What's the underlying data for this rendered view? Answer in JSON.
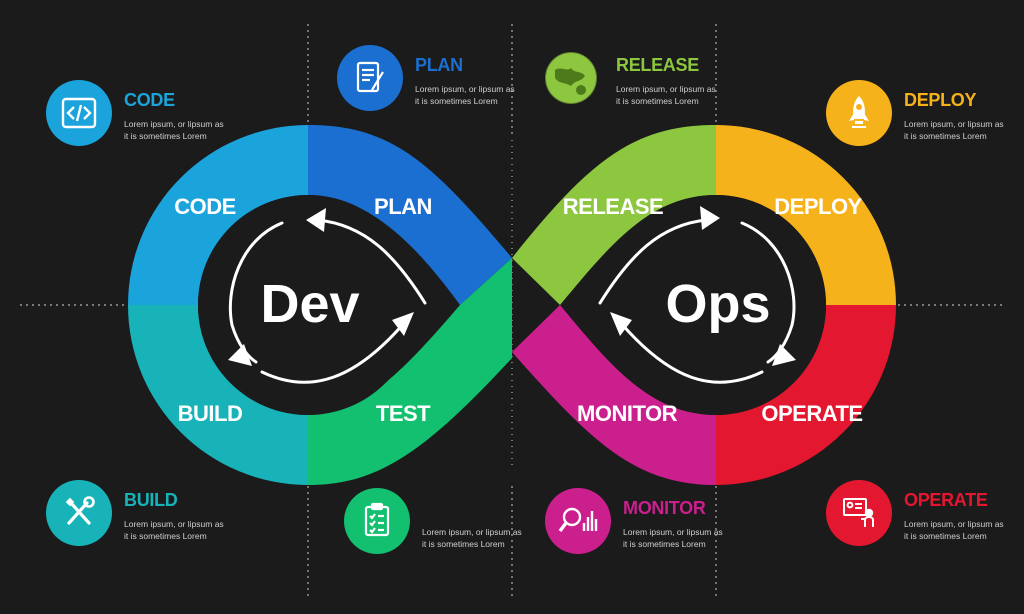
{
  "center": {
    "left_word": "Dev",
    "right_word": "Ops"
  },
  "colors": {
    "code": "#1ba3db",
    "plan": "#1a6fd0",
    "build": "#17b3b9",
    "test": "#12c06f",
    "release": "#8dc63f",
    "deploy": "#f6b21a",
    "monitor": "#cc1f8e",
    "operate": "#e3172f"
  },
  "segments": [
    {
      "key": "code",
      "label": "CODE"
    },
    {
      "key": "plan",
      "label": "PLAN"
    },
    {
      "key": "build",
      "label": "BUILD"
    },
    {
      "key": "test",
      "label": "TEST"
    },
    {
      "key": "release",
      "label": "RELEASE"
    },
    {
      "key": "deploy",
      "label": "DEPLOY"
    },
    {
      "key": "monitor",
      "label": "MONITOR"
    },
    {
      "key": "operate",
      "label": "OPERATE"
    }
  ],
  "cards": [
    {
      "key": "code",
      "title": "CODE",
      "desc_line1": "Lorem ipsum, or lipsum as",
      "desc_line2": "it is sometimes Lorem",
      "icon": "code-brackets-icon",
      "color": "#1ba3db",
      "title_color": "#1ba3db"
    },
    {
      "key": "plan",
      "title": "PLAN",
      "desc_line1": "Lorem ipsum, or lipsum as",
      "desc_line2": "it is sometimes Lorem",
      "icon": "document-pen-icon",
      "color": "#1a6fd0",
      "title_color": "#1a6fd0"
    },
    {
      "key": "release",
      "title": "RELEASE",
      "desc_line1": "Lorem ipsum, or lipsum as",
      "desc_line2": "it is sometimes Lorem",
      "icon": "globe-icon",
      "color": "#8dc63f",
      "title_color": "#8dc63f"
    },
    {
      "key": "deploy",
      "title": "DEPLOY",
      "desc_line1": "Lorem ipsum, or lipsum as",
      "desc_line2": "it is sometimes Lorem",
      "icon": "rocket-icon",
      "color": "#f6b21a",
      "title_color": "#f6b21a"
    },
    {
      "key": "build",
      "title": "BUILD",
      "desc_line1": "Lorem ipsum, or lipsum as",
      "desc_line2": "it is sometimes Lorem",
      "icon": "tools-icon",
      "color": "#17b3b9",
      "title_color": "#17b3b9"
    },
    {
      "key": "test",
      "title": "",
      "desc_line1": "Lorem ipsum, or lipsum as",
      "desc_line2": "it is sometimes Lorem",
      "icon": "checklist-icon",
      "color": "#12c06f",
      "title_color": "#12c06f"
    },
    {
      "key": "monitor",
      "title": "MONITOR",
      "desc_line1": "Lorem ipsum, or lipsum as",
      "desc_line2": "it is sometimes Lorem",
      "icon": "magnifier-chart-icon",
      "color": "#cc1f8e",
      "title_color": "#cc1f8e"
    },
    {
      "key": "operate",
      "title": "OPERATE",
      "desc_line1": "Lorem ipsum, or lipsum as",
      "desc_line2": "it is sometimes Lorem",
      "icon": "operator-screen-icon",
      "color": "#e3172f",
      "title_color": "#e3172f"
    }
  ]
}
